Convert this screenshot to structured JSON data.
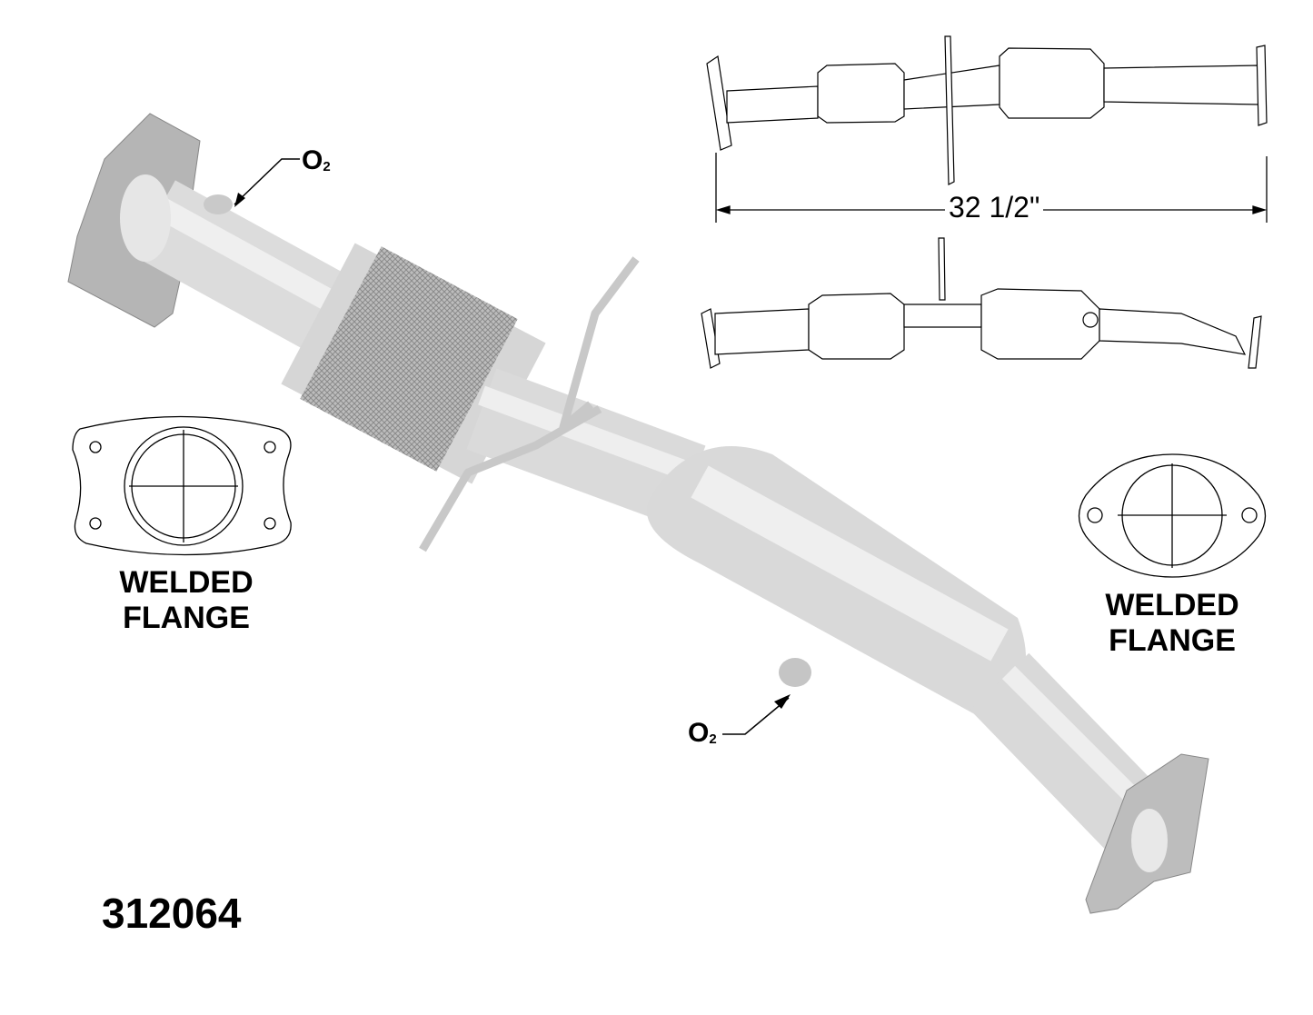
{
  "part_number": "312064",
  "dimension": "32 1/2\"",
  "sensor_labels": [
    {
      "main": "O",
      "sub": "2"
    },
    {
      "main": "O",
      "sub": "2"
    }
  ],
  "flange_labels": [
    {
      "line1": "WELDED",
      "line2": "FLANGE"
    },
    {
      "line1": "WELDED",
      "line2": "FLANGE"
    }
  ],
  "colors": {
    "metal": "#d9d9d9",
    "line": "#000000",
    "flange": "#b5b5b5"
  }
}
